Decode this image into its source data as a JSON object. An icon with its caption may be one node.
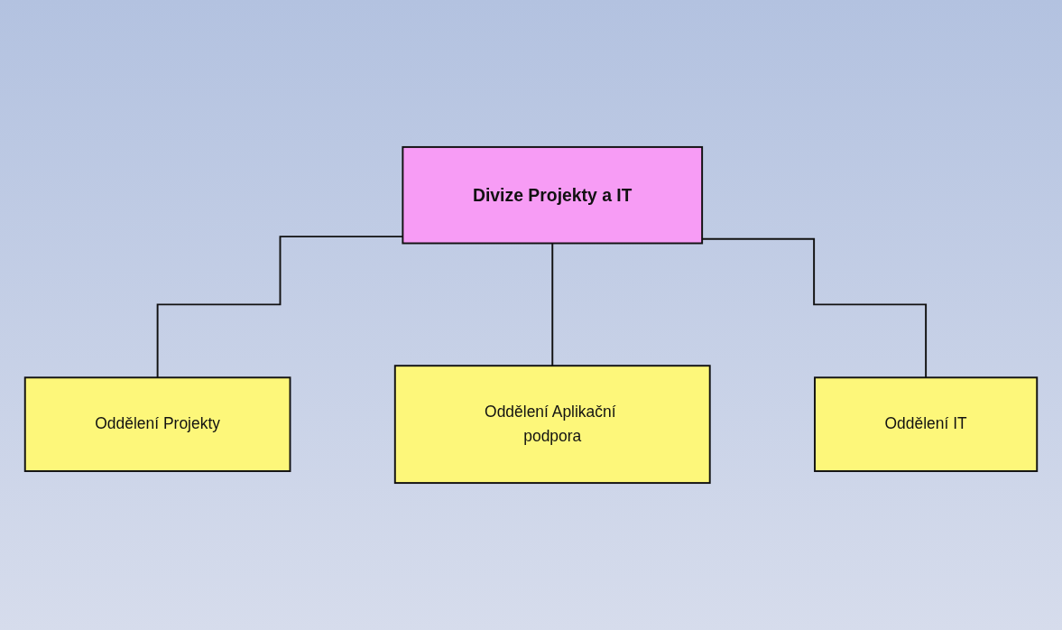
{
  "diagram": {
    "nodes": [
      {
        "text": [
          "Divize Projekty a IT"
        ]
      },
      {
        "text": [
          "Oddělení Projekty"
        ]
      },
      {
        "text": [
          "Oddělení Aplikační podpora"
        ]
      },
      {
        "text": [
          "Oddělení IT"
        ]
      }
    ],
    "edges": [
      {
        "from": 0,
        "to": 1,
        "arrow": "none"
      },
      {
        "from": 0,
        "to": 2,
        "arrow": "none"
      },
      {
        "from": 0,
        "to": 3,
        "arrow": "none"
      }
    ]
  }
}
